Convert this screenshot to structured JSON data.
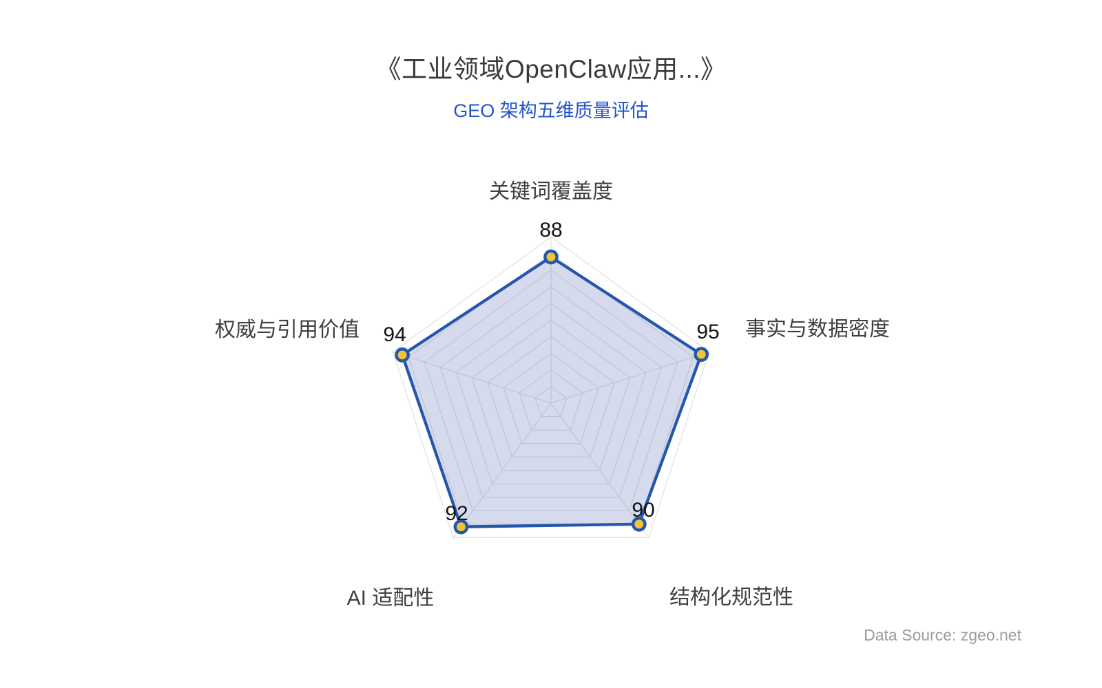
{
  "chart_data": {
    "type": "radar",
    "title": "《工业领域OpenClaw应用...》",
    "subtitle": "GEO 架构五维质量评估",
    "indicators": [
      {
        "name": "关键词覆盖度",
        "max": 100
      },
      {
        "name": "事实与数据密度",
        "max": 100
      },
      {
        "name": "结构化规范性",
        "max": 100
      },
      {
        "name": "AI 适配性",
        "max": 100
      },
      {
        "name": "权威与引用价值",
        "max": 100
      }
    ],
    "values": [
      88,
      95,
      90,
      92,
      94
    ],
    "axis_range": [
      0,
      100
    ],
    "grid_rings": 10,
    "legend": "none",
    "data_source": "Data Source: zgeo.net",
    "colors": {
      "title": "#3a3a3a",
      "subtitle": "#2155c8",
      "axis_name": "#404040",
      "value_label": "#141414",
      "polygon_line": "#2456ab",
      "polygon_fill": "rgba(104,126,188,0.28)",
      "marker_fill": "#f2c335",
      "marker_border": "#2456ab",
      "grid_line": "#e0e0e0",
      "footer": "#9b9b9b"
    }
  }
}
